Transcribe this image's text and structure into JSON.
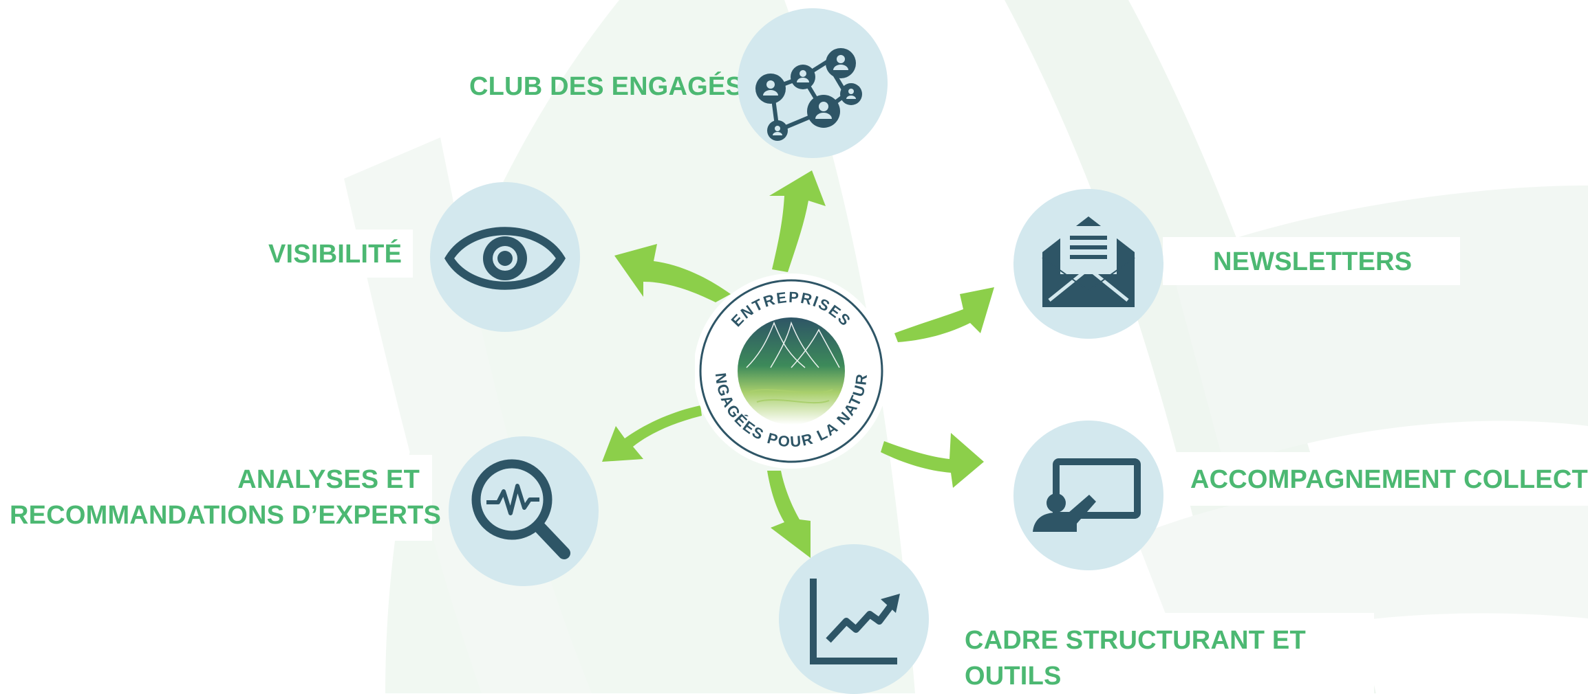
{
  "center": {
    "top_text": "ENTREPRISES",
    "bottom_text": "ENGAGÉES POUR LA NATURE"
  },
  "items": {
    "club": {
      "label": "CLUB DES ENGAGÉS",
      "icon": "network-people-icon"
    },
    "visibilite": {
      "label": "VISIBILITÉ",
      "icon": "eye-icon"
    },
    "analyses": {
      "line1": "ANALYSES ET",
      "line2": "RECOMMANDATIONS D’EXPERTS",
      "icon": "magnifier-pulse-icon"
    },
    "cadre": {
      "line1": "CADRE STRUCTURANT ET",
      "line2": "OUTILS",
      "icon": "growth-chart-icon"
    },
    "accompagnement": {
      "label": "ACCOMPAGNEMENT COLLECTIF",
      "icon": "presenter-board-icon"
    },
    "newsletters": {
      "label": "NEWSLETTERS",
      "icon": "envelope-letter-icon"
    }
  },
  "colors": {
    "label_green": "#4cb872",
    "arrow_green": "#8ccf4a",
    "circle_bg": "#d3e8ee",
    "icon_dark": "#2e5566"
  }
}
